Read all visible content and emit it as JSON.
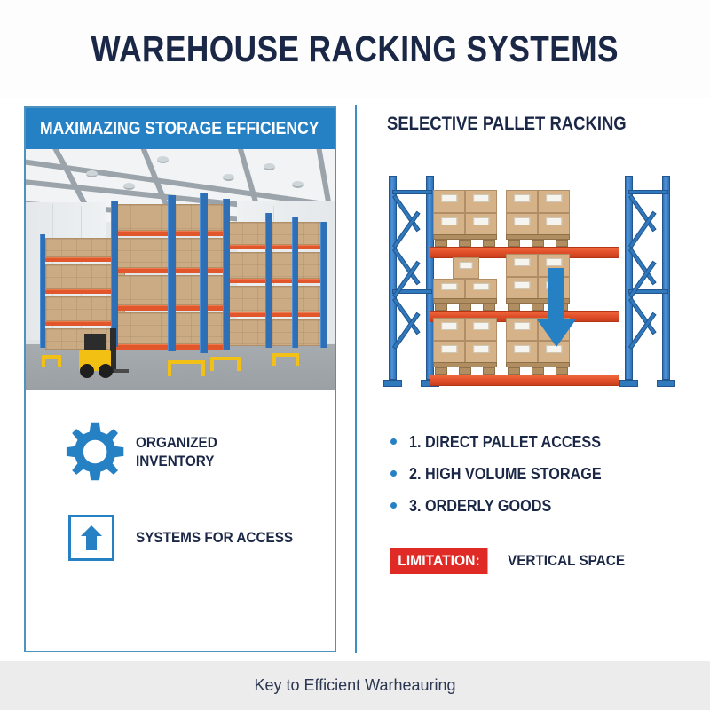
{
  "title": "WAREHOUSE RACKING SYSTEMS",
  "colors": {
    "brand_blue": "#2580c4",
    "navy": "#1b2746",
    "rack_orange": "#e1502a",
    "limitation_red": "#e02a26",
    "panel_border": "#4e93bd",
    "footer_bg": "#ececec"
  },
  "left_panel": {
    "header": "MAXIMAZING STORAGE EFFICIENCY",
    "illustration": {
      "name": "warehouse-interior-illustration",
      "description": "Warehouse interior with blue pallet racking, orange beams, stacked cardboard boxes and a yellow forklift"
    },
    "features": [
      {
        "icon": "gear-icon",
        "label": "ORGANIZED\nINVENTORY"
      },
      {
        "icon": "arrow-up-box-icon",
        "label": "SYSTEMS FOR ACCESS"
      }
    ]
  },
  "right_panel": {
    "title": "SELECTIVE PALLET RACKING",
    "illustration": {
      "name": "selective-pallet-racking-diagram",
      "description": "Front view of a selective pallet racking bay: two blue upright frames with X braces, three orange load beams, six pallets of boxes and a blue down arrow"
    },
    "bullets": [
      "1. DIRECT PALLET ACCESS",
      "2. HIGH VOLUME STORAGE",
      "3. ORDERLY GOODS"
    ],
    "limitation": {
      "label": "LIMITATION:",
      "value": "VERTICAL SPACE"
    }
  },
  "footer": "Key to Efficient Warheauring"
}
